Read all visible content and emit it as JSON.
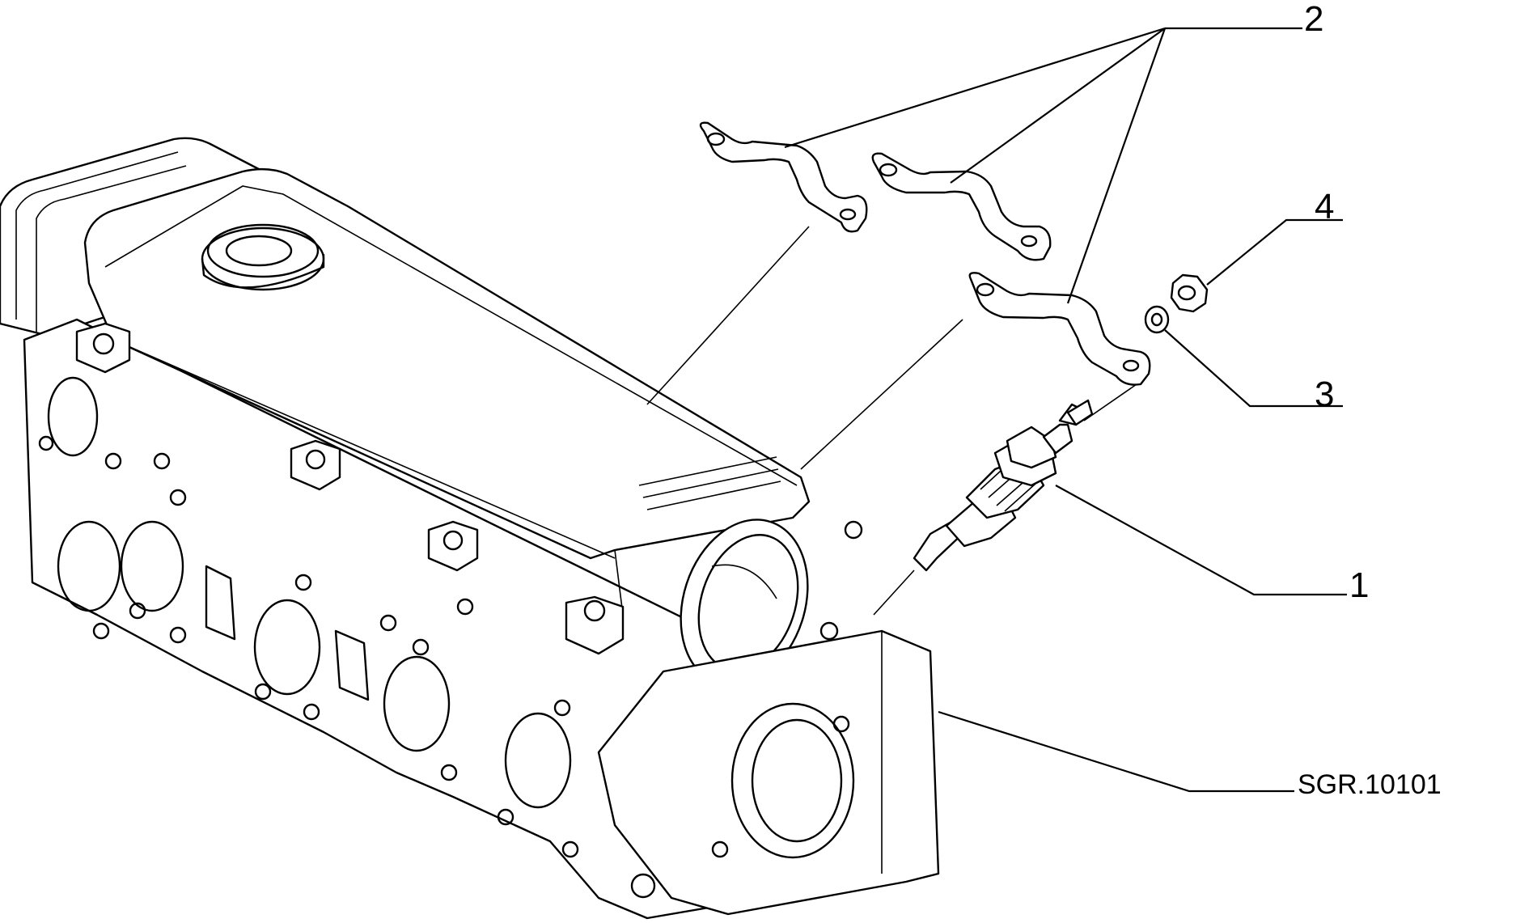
{
  "callouts": {
    "c1": "1",
    "c2": "2",
    "c3": "3",
    "c4": "4"
  },
  "reference_code": "SGR.10101"
}
